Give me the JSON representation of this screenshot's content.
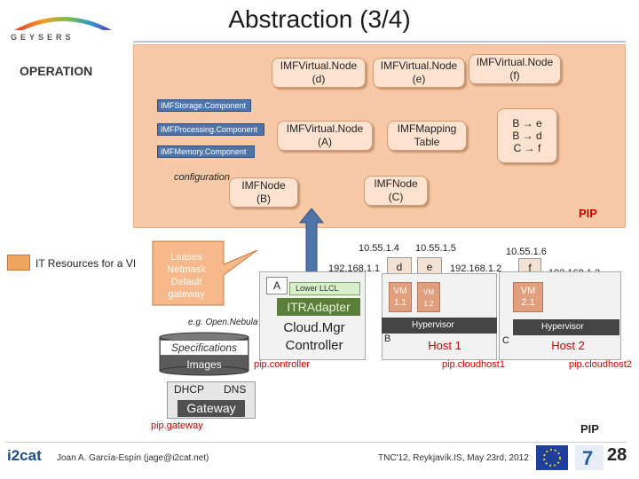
{
  "slide": {
    "title": "Abstraction (3/4)",
    "page_number": "28",
    "logo_text": "GEYSERS"
  },
  "operation": {
    "label": "OPERATION",
    "vnode_d": {
      "line1": "IMFVirtual.Node",
      "line2": "(d)"
    },
    "vnode_e": {
      "line1": "IMFVirtual.Node",
      "line2": "(e)"
    },
    "vnode_f": {
      "line1": "IMFVirtual.Node",
      "line2": "(f)"
    },
    "storage": "IMFStorage.Component",
    "processing": "IMFProcessing.Component",
    "memory": "IMFMemory.Component",
    "vnode_a": {
      "line1": "IMFVirtual.Node",
      "line2": "(A)"
    },
    "mapping": {
      "line1": "IMFMapping",
      "line2": "Table"
    },
    "map_entries": [
      "B → e",
      "B → d",
      "C → f"
    ],
    "configuration": "configuration",
    "imf_b": {
      "line1": "IMFNode",
      "line2": "(B)"
    },
    "imf_c": {
      "line1": "IMFNode",
      "line2": "(C)"
    },
    "pip": "PIP"
  },
  "legend": {
    "label": "IT Resources for a VI"
  },
  "leases": [
    "Leases",
    "Netmask",
    "Default",
    "gateway"
  ],
  "network": {
    "ip_1054": "10.55.1.4",
    "ip_1055": "10.55.1.5",
    "ip_1056": "10.55.1.6",
    "ip_19211": "192.168.1.1",
    "ip_19212": "192.168.1.2",
    "ip_19213": "192.168.1.3",
    "node_d": "d",
    "node_e": "e",
    "node_f": "f",
    "node_a": "A",
    "node_b": "B",
    "node_c": "C"
  },
  "controller": {
    "lower_llcl": "Lower LLCL",
    "it_adapter": "ITRAdapter",
    "cloud_mgr": "Cloud.Mgr",
    "controller_label": "Controller",
    "eg_open_nebula": "e.g. Open.Nebula",
    "specifications": "Specifications",
    "images": "Images",
    "pip_controller": "pip.controller"
  },
  "host1": {
    "vm1": [
      "VM",
      "1.1"
    ],
    "vm2": [
      "VM",
      "1.2"
    ],
    "hypervisor": "Hypervisor",
    "host": "Host 1",
    "pip": "pip.cloudhost1"
  },
  "host2": {
    "vm": [
      "VM",
      "2.1"
    ],
    "hypervisor": "Hypervisor",
    "host": "Host 2",
    "pip": "pip.cloudhost2"
  },
  "gateway": {
    "dhcp": "DHCP",
    "dns": "DNS",
    "gateway": "Gateway",
    "pip": "pip.gateway",
    "pip_label": "PIP"
  },
  "footer": {
    "i2cat": "i2cat",
    "author": "Joan A. García-Espín (jage@i2cat.net)",
    "event": "TNC'12, Reykjavík.IS, May 23rd, 2012"
  },
  "colors": {
    "panel": "#f7c9a6",
    "pip": "#cc0000",
    "legend": "#f0a460",
    "arrow": "#4f74a9"
  }
}
